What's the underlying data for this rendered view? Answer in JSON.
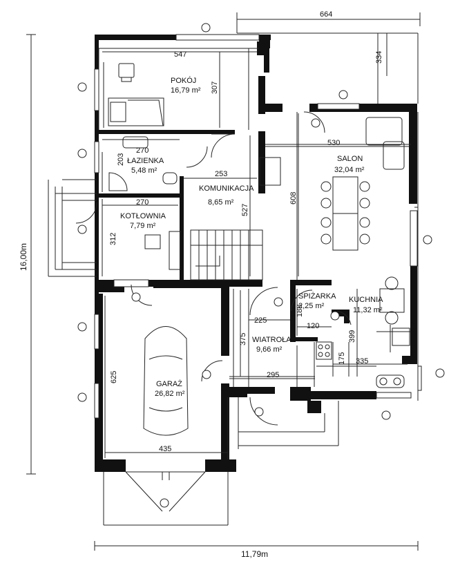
{
  "rooms": {
    "pokoj": {
      "name": "POKÓJ",
      "area": "16,79 m²"
    },
    "lazienka": {
      "name": "ŁAZIENKA",
      "area": "5,48 m²"
    },
    "komunikacja": {
      "name": "KOMUNIKACJA",
      "area": "8,65 m²"
    },
    "kotlownia": {
      "name": "KOTŁOWNIA",
      "area": "7,79 m²"
    },
    "salon": {
      "name": "SALON",
      "area": "32,04 m²"
    },
    "spizarka": {
      "name": "SPIŻARKA",
      "area": "2,25 m²"
    },
    "kuchnia": {
      "name": "KUCHNIA",
      "area": "11,32 m²"
    },
    "wiatrolap": {
      "name": "WIATROŁAP",
      "area": "9,66 m²"
    },
    "garaz": {
      "name": "GARAŻ",
      "area": "26,82 m²"
    }
  },
  "dimensions": {
    "terrace_width": "664",
    "terrace_depth": "334",
    "pokoj_width": "547",
    "pokoj_depth": "307",
    "lazienka_width": "270",
    "lazienka_depth": "203",
    "komunikacja_width": "253",
    "komunikacja_depth": "527",
    "kotlownia_width": "270",
    "kotlownia_depth": "312",
    "salon_width": "530",
    "salon_depth": "608",
    "wiatrolap_width": "225",
    "wiatrolap_depth": "375",
    "wiatrolap_bottom": "295",
    "spizarka_depth": "188",
    "spizarka_width": "120",
    "kuchnia_depth": "399",
    "kuchnia_width": "335",
    "kuchnia_side": "175",
    "garaz_depth": "625",
    "garaz_width": "435",
    "total_width": "11,79m",
    "total_depth": "16,00m"
  }
}
